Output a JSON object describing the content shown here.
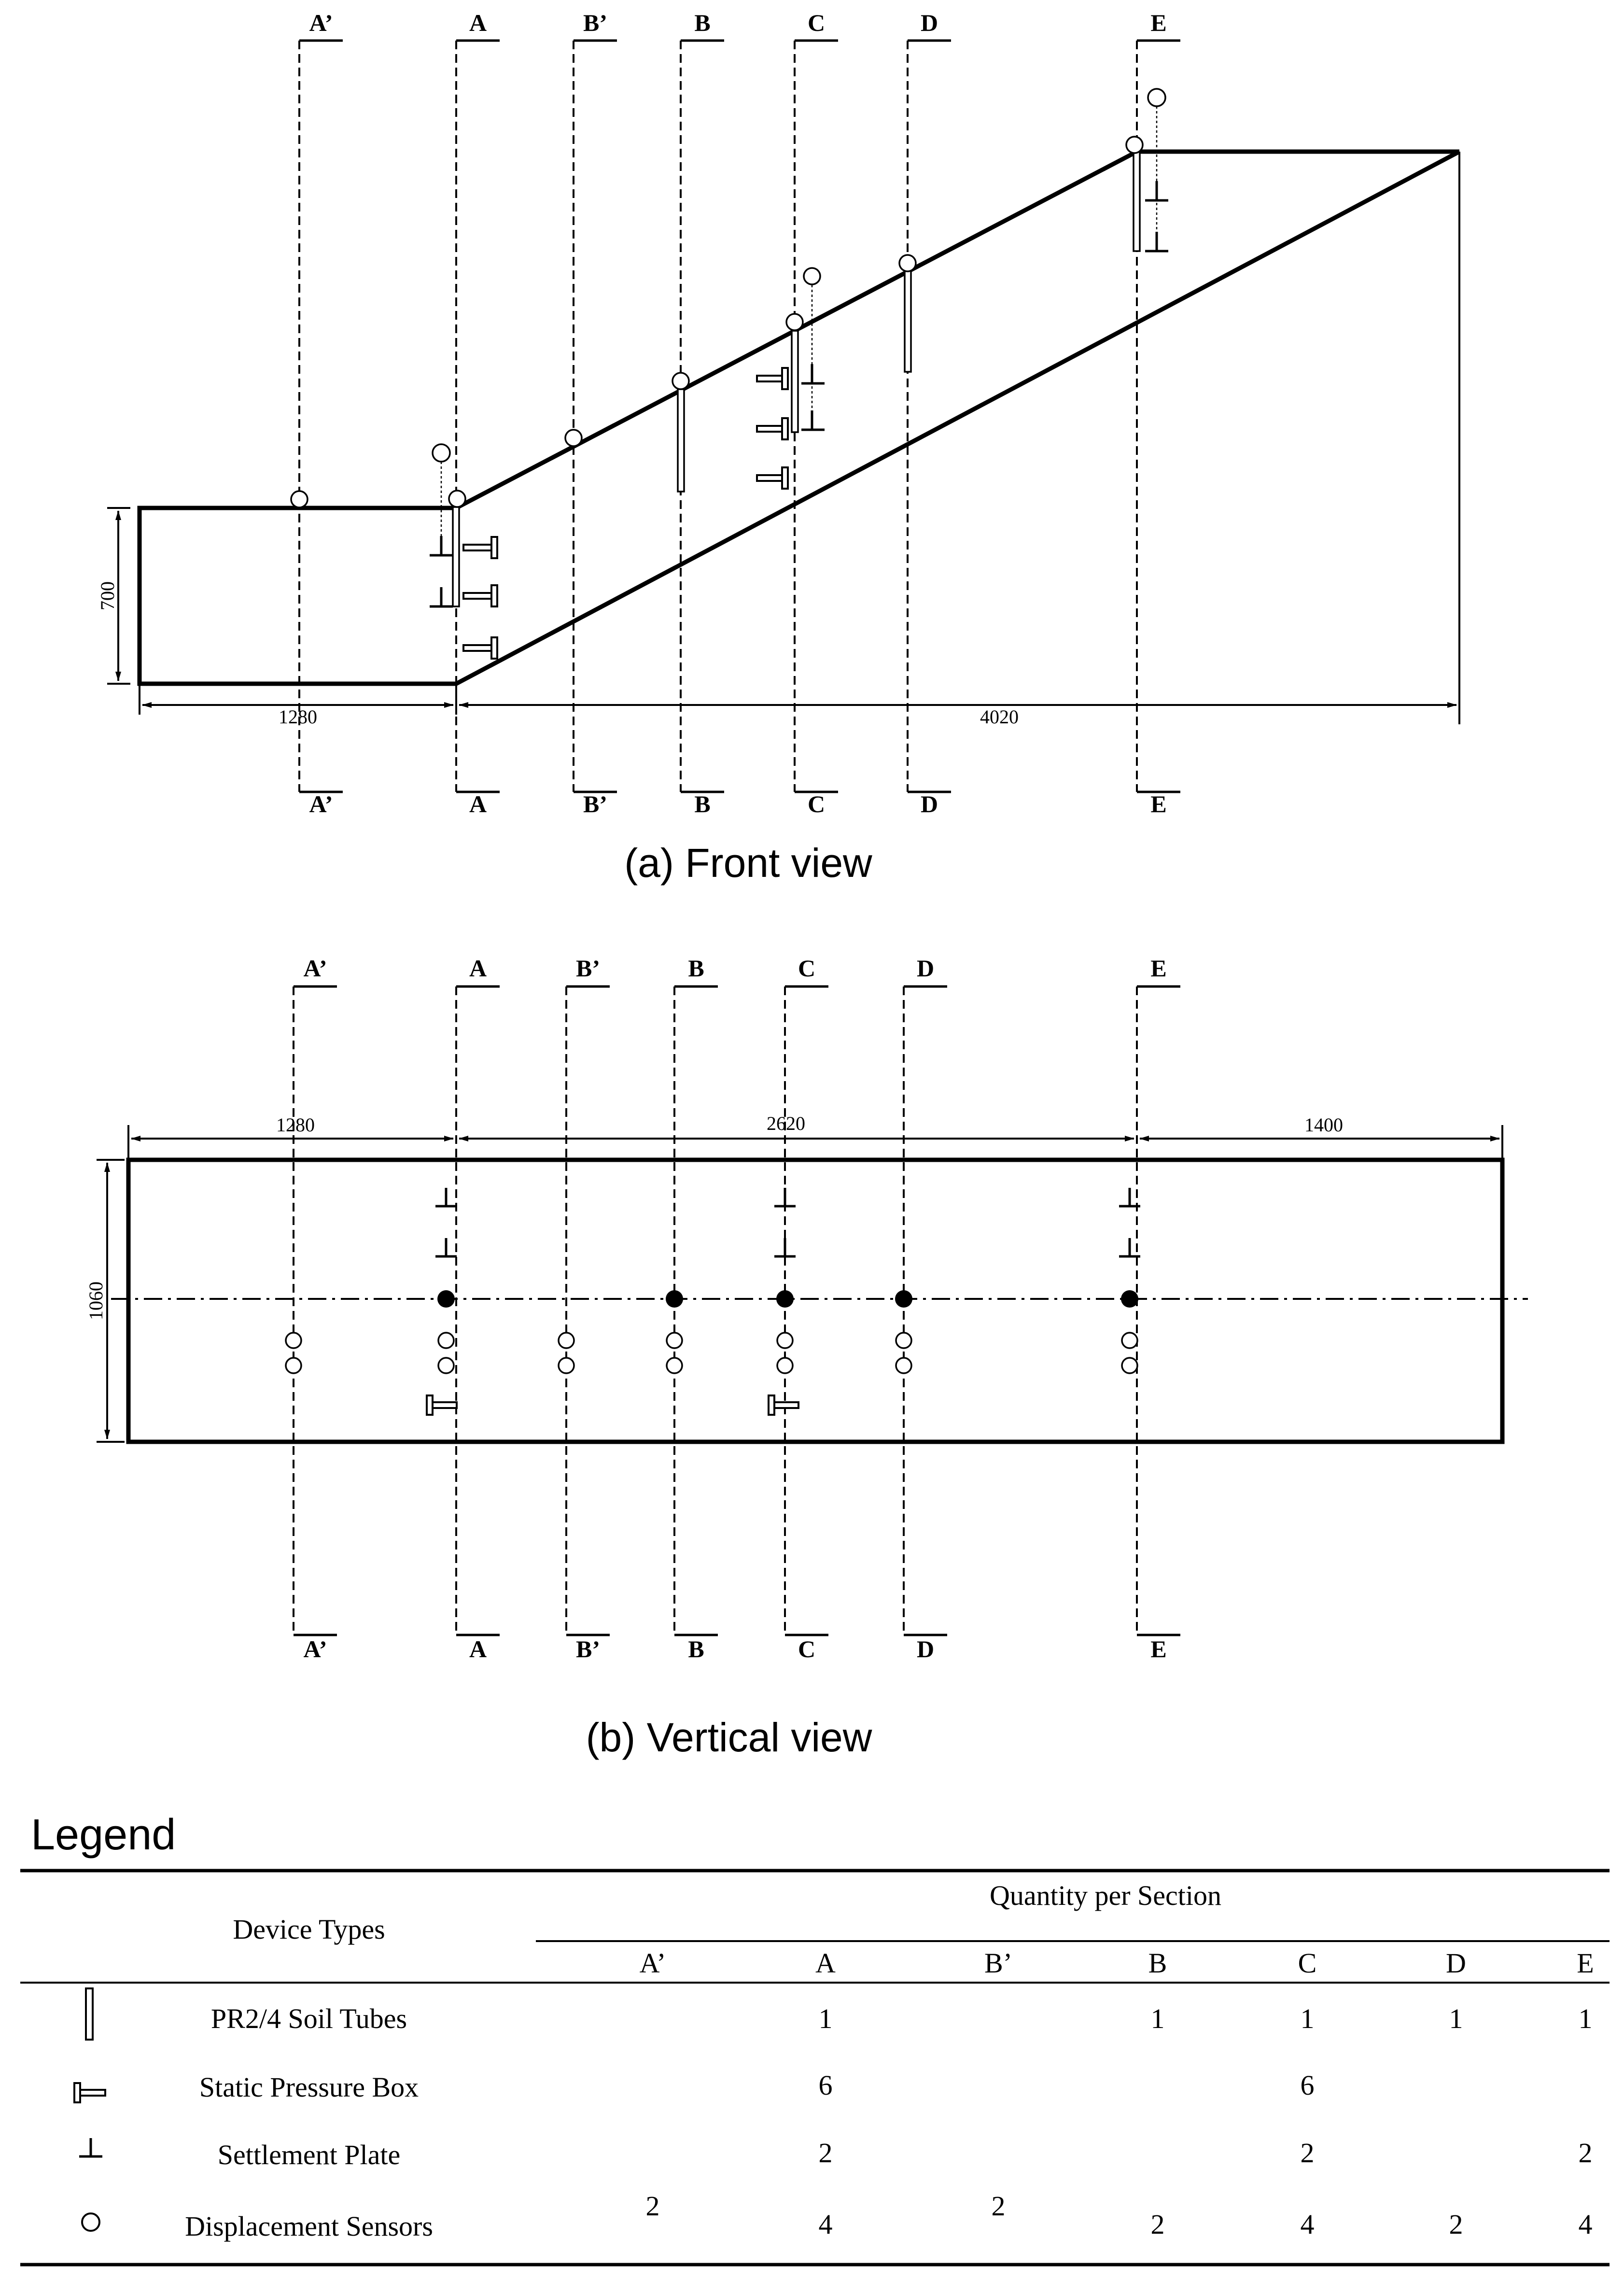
{
  "front_view": {
    "caption": "(a) Front view",
    "dim_height": "700",
    "dim_left": "1280",
    "dim_right": "4020"
  },
  "vertical_view": {
    "caption": "(b) Vertical view",
    "dim_height": "1060",
    "dim_left": "1280",
    "dim_mid": "2620",
    "dim_right": "1400"
  },
  "sections": {
    "Ap": "A’",
    "A": "A",
    "Bp": "B’",
    "B": "B",
    "C": "C",
    "D": "D",
    "E": "E"
  },
  "legend": {
    "title": "Legend",
    "device_types_header": "Device Types",
    "quantity_header": "Quantity per Section",
    "columns": [
      "A’",
      "A",
      "B’",
      "B",
      "C",
      "D",
      "E"
    ],
    "rows": [
      {
        "icon": "soil-tube-icon",
        "label": "PR2/4 Soil Tubes",
        "values": [
          "",
          "1",
          "",
          "1",
          "1",
          "1",
          "1"
        ]
      },
      {
        "icon": "pressure-box-icon",
        "label": "Static Pressure Box",
        "values": [
          "",
          "6",
          "",
          "",
          "6",
          "",
          ""
        ]
      },
      {
        "icon": "settlement-plate-icon",
        "label": "Settlement  Plate",
        "values": [
          "",
          "2",
          "",
          "",
          "2",
          "",
          "2"
        ]
      },
      {
        "icon": "displacement-sensor-icon",
        "label": "Displacement  Sensors",
        "values": [
          "2",
          "4",
          "2",
          "2",
          "4",
          "2",
          "4"
        ]
      }
    ]
  }
}
